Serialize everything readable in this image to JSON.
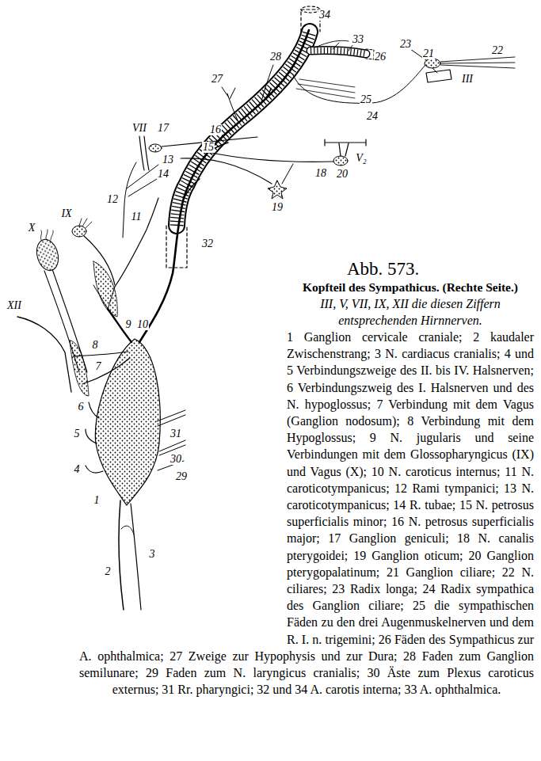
{
  "diagram": {
    "title": "Abb. 573.",
    "caption": "Kopfteil des Sympathicus. (Rechte Seite.)",
    "labels": [
      "34",
      "33",
      "26",
      "28",
      "23",
      "21",
      "22",
      "27",
      "25",
      "24",
      "III",
      "VII",
      "17",
      "16",
      "15",
      "V₂",
      "13",
      "18",
      "20",
      "14",
      "12",
      "19",
      "IX",
      "11",
      "X",
      "32",
      "XII",
      "9",
      "10",
      "8",
      "7",
      "6",
      "31",
      "5",
      "30",
      "4",
      "29",
      "1",
      "3",
      "2",
      "III, V, VII, IX, XII die diesen Ziffern entsprechenden Hirnnerven.",
      "1 Ganglion cervicale craniale; 2 kaudaler Zwischenstrang; 3 N. cardiacus cranialis; 4 und 5 Verbindungszweige des II. bis IV. Halsnerven; 6 Verbindungszweig des I. Halsnerven und des N. hypoglossus; 7 Verbindung mit dem Vagus (Ganglion nodosum); 8 Verbindung mit dem Hypoglossus; 9 N. jugularis und seine Verbindungen mit dem Glossopharyngicus (IX) und Vagus (X); 10 N. caroticus internus; 11 N. caroticotympanicus; 12 Rami tympanici; 13 N. caroticotympanicus; 14 R. tubae; 15 N. petrosus superficialis minor; 16 N. petrosus superficialis major; 17 Ganglion geniculi; 18 N. canalis pterygoidei; 19 Ganglion oticum; 20 Ganglion pterygopalatinum; 21 Ganglion ciliare; 22 N. ciliares; 23 Radix longa; 24 Radix sympathica des Ganglion ciliare; 25 die sympathischen Fäden zu den drei Augenmuskelnerven und dem R. I. n. trigemini; 26 Fäden des Sympathicus zur A. ophthalmica; 27 Zweige zur Hypophysis und zur Dura; 28 Faden zum Ganglion semilunare; 29 Faden zum N. laryngicus cranialis; 30 Äste zum Plexus caroticus externus; 31 Rr. pharyngici; 32 und 34 A. carotis interna; 33 A. ophthalmica."
    ]
  }
}
